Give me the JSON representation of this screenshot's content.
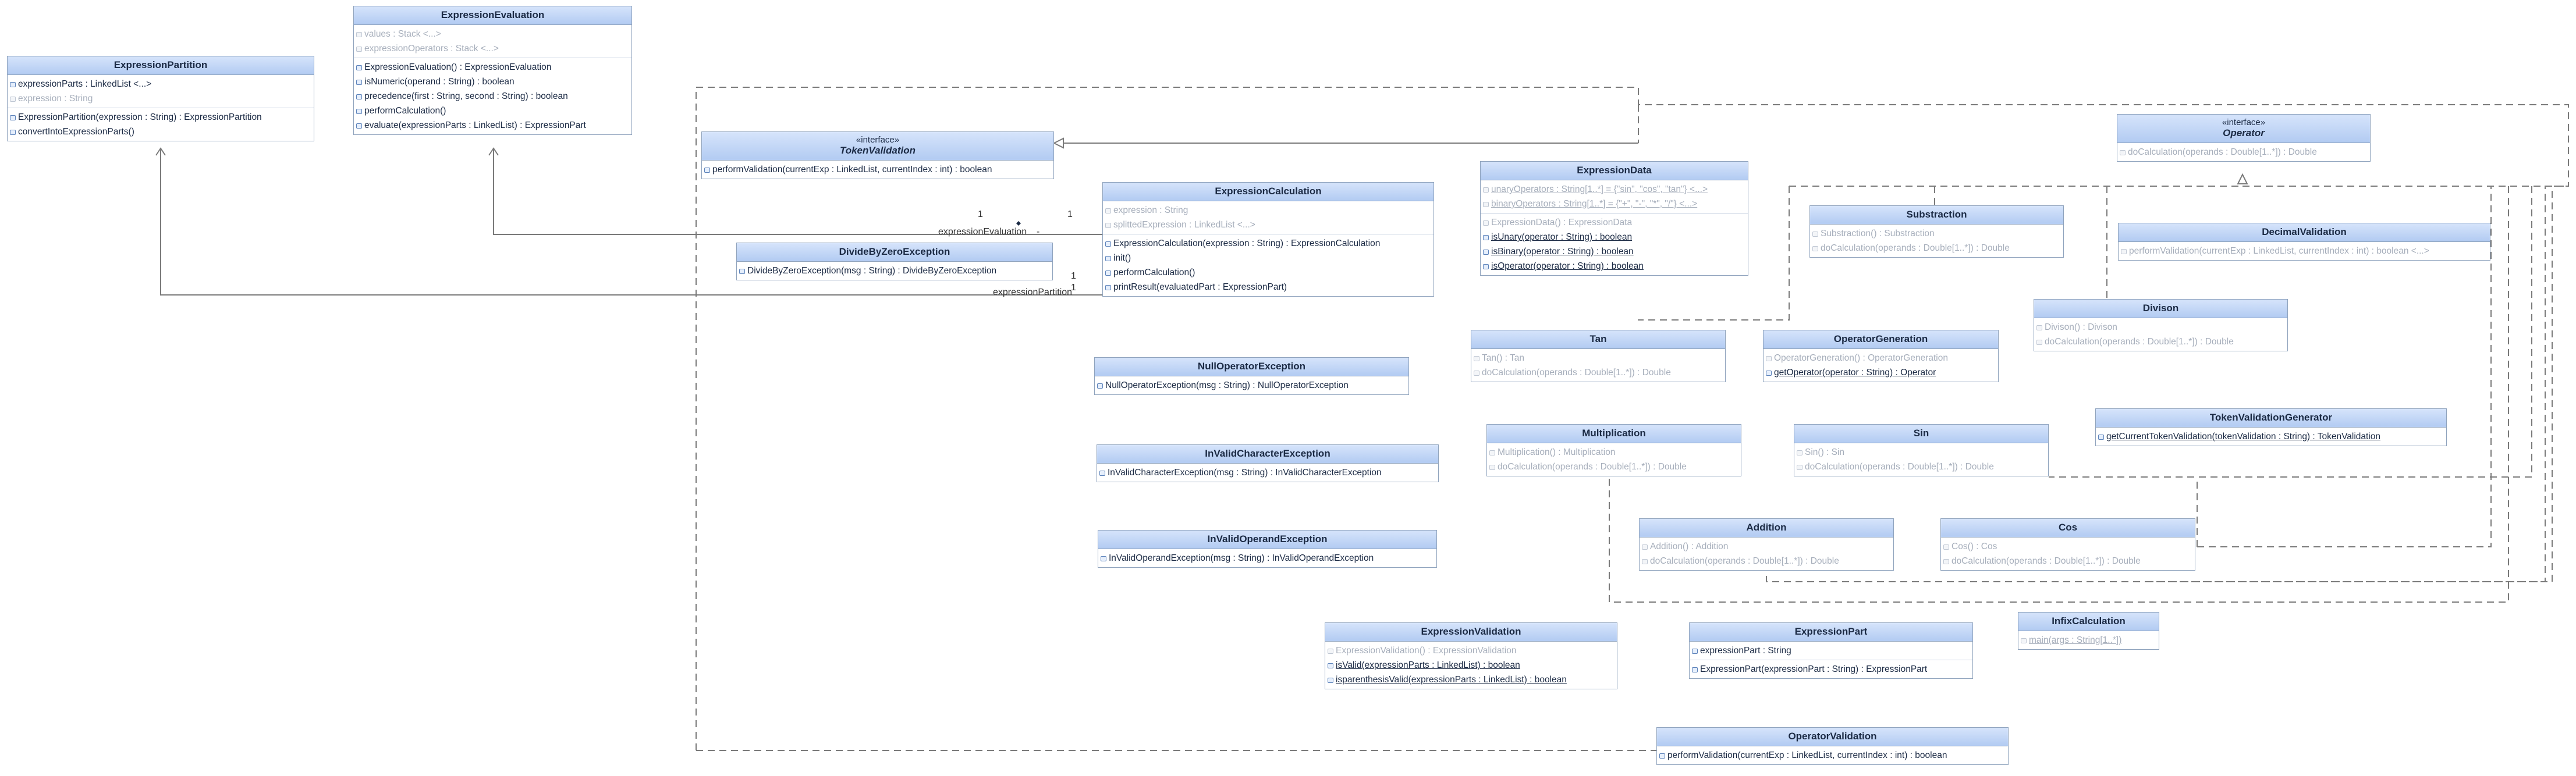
{
  "classes": [
    {
      "id": "expression-partition",
      "name": "ExpressionPartition",
      "stereotype": "",
      "interface": false,
      "sections": [
        [
          {
            "text": "expressionParts : LinkedList <...>",
            "muted": false
          },
          {
            "text": "expression : String",
            "muted": true
          }
        ],
        [
          {
            "text": "ExpressionPartition(expression : String) : ExpressionPartition"
          },
          {
            "text": "convertIntoExpressionParts()"
          }
        ]
      ]
    },
    {
      "id": "expression-evaluation",
      "name": "ExpressionEvaluation",
      "stereotype": "",
      "interface": false,
      "sections": [
        [
          {
            "text": "values : Stack <...>",
            "muted": true
          },
          {
            "text": "expressionOperators : Stack <...>",
            "muted": true
          }
        ],
        [
          {
            "text": "ExpressionEvaluation() : ExpressionEvaluation"
          },
          {
            "text": "isNumeric(operand : String) : boolean"
          },
          {
            "text": "precedence(first : String, second : String) : boolean"
          },
          {
            "text": "performCalculation()"
          },
          {
            "text": "evaluate(expressionParts : LinkedList) : ExpressionPart"
          }
        ]
      ]
    },
    {
      "id": "token-validation",
      "name": "TokenValidation",
      "stereotype": "«interface»",
      "interface": true,
      "sections": [
        [
          {
            "text": "performValidation(currentExp : LinkedList, currentIndex : int) : boolean"
          }
        ]
      ]
    },
    {
      "id": "divide-by-zero-exception",
      "name": "DivideByZeroException",
      "stereotype": "",
      "interface": false,
      "sections": [
        [
          {
            "text": "DivideByZeroException(msg : String) : DivideByZeroException"
          }
        ]
      ]
    },
    {
      "id": "expression-calculation",
      "name": "ExpressionCalculation",
      "stereotype": "",
      "interface": false,
      "sections": [
        [
          {
            "text": "expression : String",
            "muted": true
          },
          {
            "text": "splittedExpression : LinkedList <...>",
            "muted": true
          }
        ],
        [
          {
            "text": "ExpressionCalculation(expression : String) : ExpressionCalculation"
          },
          {
            "text": "init()"
          },
          {
            "text": "performCalculation()"
          },
          {
            "text": "printResult(evaluatedPart : ExpressionPart)"
          }
        ]
      ]
    },
    {
      "id": "null-operator-exception",
      "name": "NullOperatorException",
      "stereotype": "",
      "interface": false,
      "sections": [
        [
          {
            "text": "NullOperatorException(msg : String) : NullOperatorException"
          }
        ]
      ]
    },
    {
      "id": "invalid-character-exception",
      "name": "InValidCharacterException",
      "stereotype": "",
      "interface": false,
      "sections": [
        [
          {
            "text": "InValidCharacterException(msg : String) : InValidCharacterException"
          }
        ]
      ]
    },
    {
      "id": "invalid-operand-exception",
      "name": "InValidOperandException",
      "stereotype": "",
      "interface": false,
      "sections": [
        [
          {
            "text": "InValidOperandException(msg : String) : InValidOperandException"
          }
        ]
      ]
    },
    {
      "id": "expression-data",
      "name": "ExpressionData",
      "stereotype": "",
      "interface": false,
      "sections": [
        [
          {
            "text": "unaryOperators : String[1..*] = {\"sin\", \"cos\", \"tan\"} <...>",
            "muted": true,
            "underline": true
          },
          {
            "text": "binaryOperators : String[1..*] = {\"+\", \"-\", \"*\", \"/\"} <...>",
            "muted": true,
            "underline": true
          }
        ],
        [
          {
            "text": "ExpressionData() : ExpressionData",
            "muted": true
          },
          {
            "text": "isUnary(operator : String) : boolean",
            "underline": true
          },
          {
            "text": "isBinary(operator : String) : boolean",
            "underline": true
          },
          {
            "text": "isOperator(operator : String) : boolean",
            "underline": true
          }
        ]
      ]
    },
    {
      "id": "substraction",
      "name": "Substraction",
      "stereotype": "",
      "interface": false,
      "sections": [
        [
          {
            "text": "Substraction() : Substraction",
            "muted": true
          },
          {
            "text": "doCalculation(operands : Double[1..*]) : Double",
            "muted": true
          }
        ]
      ]
    },
    {
      "id": "operator",
      "name": "Operator",
      "stereotype": "«interface»",
      "interface": true,
      "sections": [
        [
          {
            "text": "doCalculation(operands : Double[1..*]) : Double",
            "muted": true
          }
        ]
      ]
    },
    {
      "id": "decimal-validation",
      "name": "DecimalValidation",
      "stereotype": "",
      "interface": false,
      "sections": [
        [
          {
            "text": "performValidation(currentExp : LinkedList, currentIndex : int) : boolean <...>",
            "muted": true
          }
        ]
      ]
    },
    {
      "id": "divison",
      "name": "Divison",
      "stereotype": "",
      "interface": false,
      "sections": [
        [
          {
            "text": "Divison() : Divison",
            "muted": true
          },
          {
            "text": "doCalculation(operands : Double[1..*]) : Double",
            "muted": true
          }
        ]
      ]
    },
    {
      "id": "tan",
      "name": "Tan",
      "stereotype": "",
      "interface": false,
      "sections": [
        [
          {
            "text": "Tan() : Tan",
            "muted": true
          },
          {
            "text": "doCalculation(operands : Double[1..*]) : Double",
            "muted": true
          }
        ]
      ]
    },
    {
      "id": "operator-generation",
      "name": "OperatorGeneration",
      "stereotype": "",
      "interface": false,
      "sections": [
        [
          {
            "text": "OperatorGeneration() : OperatorGeneration",
            "muted": true
          },
          {
            "text": "getOperator(operator : String) : Operator",
            "underline": true
          }
        ]
      ]
    },
    {
      "id": "token-validation-generator",
      "name": "TokenValidationGenerator",
      "stereotype": "",
      "interface": false,
      "sections": [
        [
          {
            "text": "getCurrentTokenValidation(tokenValidation : String) : TokenValidation",
            "underline": true
          }
        ]
      ]
    },
    {
      "id": "multiplication",
      "name": "Multiplication",
      "stereotype": "",
      "interface": false,
      "sections": [
        [
          {
            "text": "Multiplication() : Multiplication",
            "muted": true
          },
          {
            "text": "doCalculation(operands : Double[1..*]) : Double",
            "muted": true
          }
        ]
      ]
    },
    {
      "id": "sin",
      "name": "Sin",
      "stereotype": "",
      "interface": false,
      "sections": [
        [
          {
            "text": "Sin() : Sin",
            "muted": true
          },
          {
            "text": "doCalculation(operands : Double[1..*]) : Double",
            "muted": true
          }
        ]
      ]
    },
    {
      "id": "addition",
      "name": "Addition",
      "stereotype": "",
      "interface": false,
      "sections": [
        [
          {
            "text": "Addition() : Addition",
            "muted": true
          },
          {
            "text": "doCalculation(operands : Double[1..*]) : Double",
            "muted": true
          }
        ]
      ]
    },
    {
      "id": "cos",
      "name": "Cos",
      "stereotype": "",
      "interface": false,
      "sections": [
        [
          {
            "text": "Cos() : Cos",
            "muted": true
          },
          {
            "text": "doCalculation(operands : Double[1..*]) : Double",
            "muted": true
          }
        ]
      ]
    },
    {
      "id": "expression-validation",
      "name": "ExpressionValidation",
      "stereotype": "",
      "interface": false,
      "sections": [
        [
          {
            "text": "ExpressionValidation() : ExpressionValidation",
            "muted": true
          },
          {
            "text": "isValid(expressionParts : LinkedList) : boolean",
            "underline": true
          },
          {
            "text": "isparenthesisValid(expressionParts : LinkedList) : boolean",
            "underline": true
          }
        ]
      ]
    },
    {
      "id": "expression-part",
      "name": "ExpressionPart",
      "stereotype": "",
      "interface": false,
      "sections": [
        [
          {
            "text": "expressionPart : String"
          }
        ],
        [
          {
            "text": "ExpressionPart(expressionPart : String) : ExpressionPart"
          }
        ]
      ]
    },
    {
      "id": "infix-calculation",
      "name": "InfixCalculation",
      "stereotype": "",
      "interface": false,
      "sections": [
        [
          {
            "text": "main(args : String[1..*])",
            "muted": true,
            "underline": true
          }
        ]
      ]
    },
    {
      "id": "operator-validation",
      "name": "OperatorValidation",
      "stereotype": "",
      "interface": false,
      "sections": [
        [
          {
            "text": "performValidation(currentExp : LinkedList, currentIndex : int) : boolean"
          }
        ]
      ]
    }
  ],
  "association_labels": {
    "evaluation_role": "expressionEvaluation",
    "evaluation_multiplicity_source": "1",
    "evaluation_multiplicity_target": "1",
    "partition_role": "expressionPartition",
    "partition_multiplicity_source": "1",
    "partition_multiplicity_target": "1",
    "dash_mark": "-"
  },
  "colors": {
    "header_top": "#d6e4fb",
    "header_bottom": "#b2cbf2",
    "border": "#8fa3bd",
    "edge": "#7a7a7a"
  }
}
